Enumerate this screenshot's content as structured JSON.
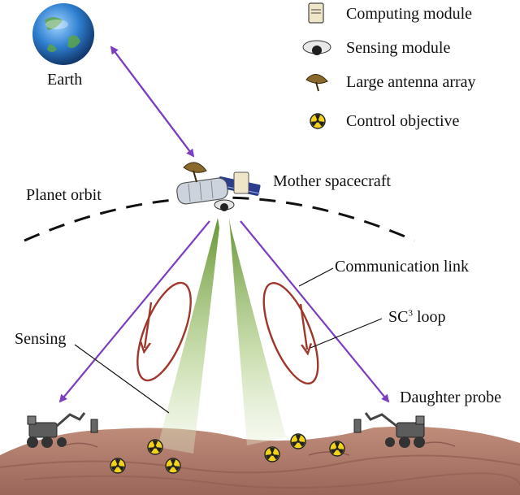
{
  "legend": {
    "computing": "Computing module",
    "sensing": "Sensing module",
    "antenna": "Large antenna array",
    "control": "Control objective"
  },
  "labels": {
    "earth": "Earth",
    "planet_orbit": "Planet orbit",
    "mother_spacecraft": "Mother spacecraft",
    "communication_link": "Communication link",
    "sc3_base": "SC",
    "sc3_sup": "3",
    "sc3_tail": " loop",
    "sensing": "Sensing",
    "daughter_probe": "Daughter probe"
  },
  "colors": {
    "link": "#7b3fbf",
    "loop": "#a0372c",
    "beam": "#8fb25a",
    "ground": "#b07a6a",
    "ground_dark": "#8a5a4f",
    "radiation": "#f2d21b"
  },
  "icons": [
    "earth-icon",
    "computing-module-icon",
    "sensing-module-icon",
    "antenna-array-icon",
    "control-objective-icon",
    "satellite-icon",
    "rover-icon"
  ]
}
